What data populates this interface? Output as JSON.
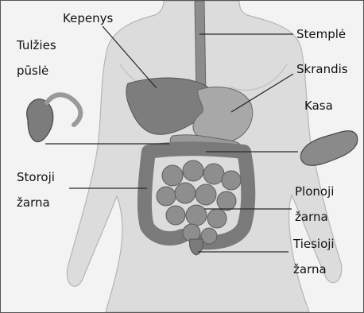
{
  "labels": {
    "kepenys": "Kepenys",
    "stemple": "Stemplė",
    "tulzies_line1": "Tulžies",
    "tulzies_line2": "pūslė",
    "skrandis": "Skrandis",
    "kasa": "Kasa",
    "storoji_line1": "Storoji",
    "storoji_line2": "žarna",
    "plonoji_line1": "Plonoji",
    "plonoji_line2": "žarna",
    "tiesioji_line1": "Tiesioji",
    "tiesioji_line2": "žarna"
  },
  "colors": {
    "background": "#f3f3f3",
    "body_skin": "#dcdcdc",
    "organ_liver": "#7d7d7d",
    "organ_stomach": "#a8a8a8",
    "organ_intestine": "#8a8a8a",
    "leader_line": "#2a2a2a"
  }
}
